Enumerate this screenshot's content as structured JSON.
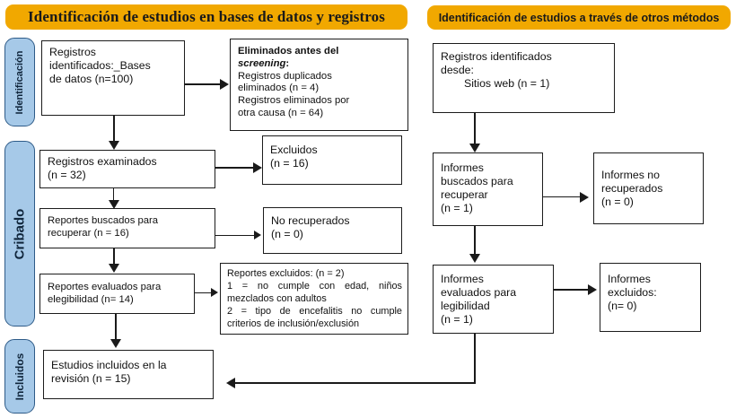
{
  "diagram": {
    "title": "Diagrama de flujo PRISMA",
    "colors": {
      "banner": "#F1A800",
      "stage_fill": "#A6C9E8",
      "stage_border": "#2E5B88",
      "box_border": "#1C1C1C",
      "text": "#111111",
      "background": "#FFFFFF"
    }
  },
  "banners": {
    "left": "Identificación de estudios en bases de datos y registros",
    "right": "Identificación de estudios a través de otros métodos"
  },
  "stages": [
    {
      "id": "identificacion",
      "label": "Identificación"
    },
    {
      "id": "cribado",
      "label": "Cribado"
    },
    {
      "id": "incluidos",
      "label": "Incluidos"
    }
  ],
  "left_column": {
    "records_identified": {
      "line1": "Registros",
      "line2": "identificados:_Bases",
      "line3": "de datos (n=100)"
    },
    "removed_before_screening": {
      "heading_bold": "Eliminados antes del",
      "heading_italic": "screening",
      "heading_colon": ":",
      "line1": "Registros duplicados",
      "line2": "eliminados (n = 4)",
      "line3": "Registros eliminados por",
      "line4": "otra causa (n = 64)"
    },
    "records_screened": {
      "line1": "Registros examinados",
      "line2": "(n = 32)"
    },
    "excluded": {
      "line1": "Excluidos",
      "line2": "(n = 16)"
    },
    "reports_sought": {
      "line1": "Reportes buscados para",
      "line2": "recuperar (n = 16)"
    },
    "not_retrieved": {
      "line1": "No recuperados",
      "line2": "(n = 0)"
    },
    "reports_assessed": {
      "line1": "Reportes evaluados para",
      "line2": "elegibilidad (n= 14)"
    },
    "reports_excluded": {
      "line1": "Reportes excluidos: (n = 2)",
      "line2": "1 = no cumple con edad, niños mezclados con adultos",
      "line3": "2 = tipo de encefalitis no cumple criterios de inclusión/exclusión"
    },
    "studies_included": {
      "line1": "Estudios incluidos en la",
      "line2": "revisión (n = 15)"
    }
  },
  "right_column": {
    "records_identified_from": {
      "line1": "Registros identificados",
      "line2": "desde:",
      "line3": "Sitios web (n = 1)"
    },
    "reports_sought": {
      "line1": "Informes",
      "line2": "buscados para",
      "line3": "recuperar",
      "line4": "(n = 1)"
    },
    "reports_not_retrieved": {
      "line1": "Informes no",
      "line2": "recuperados",
      "line3": "(n = 0)"
    },
    "reports_assessed": {
      "line1": "Informes",
      "line2": "evaluados para",
      "line3": "legibilidad",
      "line4": "(n = 1)"
    },
    "reports_excluded": {
      "line1": "Informes",
      "line2": "excluidos:",
      "line3": "(n= 0)"
    }
  },
  "chart_data": {
    "type": "diagram",
    "title": "PRISMA 2020 flow diagram (Spanish)",
    "nodes": [
      {
        "id": "db_identified",
        "label": "Registros identificados: Bases de datos",
        "n": 100,
        "stage": "Identificación",
        "column": "databases"
      },
      {
        "id": "removed_before_screening_dup",
        "label": "Registros duplicados eliminados",
        "n": 4,
        "stage": "Identificación",
        "column": "databases"
      },
      {
        "id": "removed_before_screening_other",
        "label": "Registros eliminados por otra causa",
        "n": 64,
        "stage": "Identificación",
        "column": "databases"
      },
      {
        "id": "screened",
        "label": "Registros examinados",
        "n": 32,
        "stage": "Cribado",
        "column": "databases"
      },
      {
        "id": "excluded",
        "label": "Excluidos",
        "n": 16,
        "stage": "Cribado",
        "column": "databases"
      },
      {
        "id": "sought",
        "label": "Reportes buscados para recuperar",
        "n": 16,
        "stage": "Cribado",
        "column": "databases"
      },
      {
        "id": "not_retrieved",
        "label": "No recuperados",
        "n": 0,
        "stage": "Cribado",
        "column": "databases"
      },
      {
        "id": "assessed",
        "label": "Reportes evaluados para elegibilidad",
        "n": 14,
        "stage": "Cribado",
        "column": "databases"
      },
      {
        "id": "reports_excluded",
        "label": "Reportes excluidos",
        "n": 2,
        "stage": "Cribado",
        "column": "databases"
      },
      {
        "id": "included",
        "label": "Estudios incluidos en la revisión",
        "n": 15,
        "stage": "Incluidos",
        "column": "databases"
      },
      {
        "id": "web_identified",
        "label": "Registros identificados desde: Sitios web",
        "n": 1,
        "stage": "Identificación",
        "column": "other_methods"
      },
      {
        "id": "web_sought",
        "label": "Informes buscados para recuperar",
        "n": 1,
        "stage": "Cribado",
        "column": "other_methods"
      },
      {
        "id": "web_not_retrieved",
        "label": "Informes no recuperados",
        "n": 0,
        "stage": "Cribado",
        "column": "other_methods"
      },
      {
        "id": "web_assessed",
        "label": "Informes evaluados para legibilidad",
        "n": 1,
        "stage": "Cribado",
        "column": "other_methods"
      },
      {
        "id": "web_excluded",
        "label": "Informes excluidos",
        "n": 0,
        "stage": "Cribado",
        "column": "other_methods"
      }
    ],
    "edges": [
      {
        "from": "db_identified",
        "to": "removed_before_screening_dup"
      },
      {
        "from": "db_identified",
        "to": "screened"
      },
      {
        "from": "screened",
        "to": "excluded"
      },
      {
        "from": "screened",
        "to": "sought"
      },
      {
        "from": "sought",
        "to": "not_retrieved"
      },
      {
        "from": "sought",
        "to": "assessed"
      },
      {
        "from": "assessed",
        "to": "reports_excluded"
      },
      {
        "from": "assessed",
        "to": "included"
      },
      {
        "from": "web_identified",
        "to": "web_sought"
      },
      {
        "from": "web_sought",
        "to": "web_not_retrieved"
      },
      {
        "from": "web_sought",
        "to": "web_assessed"
      },
      {
        "from": "web_assessed",
        "to": "web_excluded"
      },
      {
        "from": "web_assessed",
        "to": "included"
      }
    ]
  }
}
